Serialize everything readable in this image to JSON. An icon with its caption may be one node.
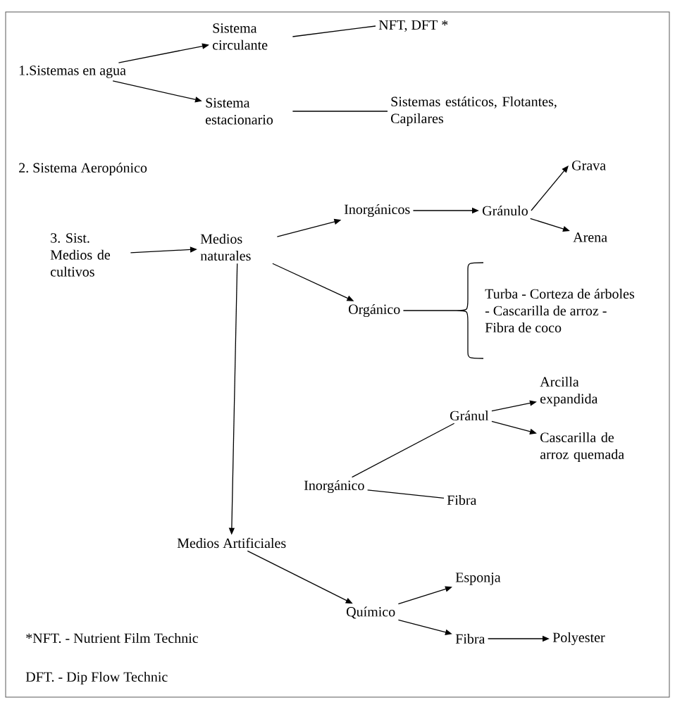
{
  "diagram": {
    "nodes": [
      {
        "text": [
          "1.Sistemas en agua"
        ]
      },
      {
        "text": [
          "Sistema circulante"
        ]
      },
      {
        "text": [
          "NFT, DFT *"
        ]
      },
      {
        "text": [
          "Sistema estacionario"
        ]
      },
      {
        "text": [
          "Sistemas estáticos, Flotantes, Capilares"
        ]
      },
      {
        "text": [
          "3. Sist. Medios de cultivos"
        ]
      },
      {
        "text": [
          "Medios naturales"
        ]
      },
      {
        "text": [
          "Inorgánicos"
        ]
      },
      {
        "text": [
          "Gránulo"
        ]
      },
      {
        "text": [
          "Grava"
        ]
      },
      {
        "text": [
          "Arena"
        ]
      },
      {
        "text": [
          "Orgánico"
        ]
      },
      {
        "text": [
          "Turba - Corteza de árboles - Cascarilla de arroz - Fibra de coco"
        ]
      },
      {
        "text": [
          "Inorgánico"
        ]
      },
      {
        "text": [
          "Gránul"
        ]
      },
      {
        "text": [
          "Arcilla expandida"
        ]
      },
      {
        "text": [
          "Cascarilla de arroz quemada"
        ]
      },
      {
        "text": [
          "Fibra"
        ]
      },
      {
        "text": [
          "Medios Artificiales"
        ]
      },
      {
        "text": [
          "Químico"
        ]
      },
      {
        "text": [
          "Esponja"
        ]
      },
      {
        "text": [
          "Fibra"
        ]
      },
      {
        "text": [
          "Polyester"
        ]
      }
    ],
    "edges": [
      {
        "from": 0,
        "to": 1,
        "arrow": "to"
      },
      {
        "from": 0,
        "to": 3,
        "arrow": "to"
      },
      {
        "from": 1,
        "to": 2,
        "arrow": "none"
      },
      {
        "from": 3,
        "to": 4,
        "arrow": "none"
      },
      {
        "from": 5,
        "to": 6,
        "arrow": "to"
      },
      {
        "from": 6,
        "to": 7,
        "arrow": "to"
      },
      {
        "from": 7,
        "to": 8,
        "arrow": "to"
      },
      {
        "from": 8,
        "to": 9,
        "arrow": "to"
      },
      {
        "from": 8,
        "to": 10,
        "arrow": "to"
      },
      {
        "from": 6,
        "to": 11,
        "arrow": "to"
      },
      {
        "from": 11,
        "to": 12,
        "arrow": "none"
      },
      {
        "from": 13,
        "to": 14,
        "arrow": "none"
      },
      {
        "from": 13,
        "to": 17,
        "arrow": "none"
      },
      {
        "from": 14,
        "to": 15,
        "arrow": "to"
      },
      {
        "from": 14,
        "to": 16,
        "arrow": "to"
      },
      {
        "from": 6,
        "to": 18,
        "arrow": "to"
      },
      {
        "from": 18,
        "to": 19,
        "arrow": "to"
      },
      {
        "from": 19,
        "to": 20,
        "arrow": "to"
      },
      {
        "from": 19,
        "to": 21,
        "arrow": "to"
      },
      {
        "from": 21,
        "to": 22,
        "arrow": "to"
      }
    ],
    "labels": [
      "2. Sistema Aeropónico",
      "*NFT. - Nutrient Film Technic",
      "DFT. - Dip Flow Technic"
    ]
  }
}
